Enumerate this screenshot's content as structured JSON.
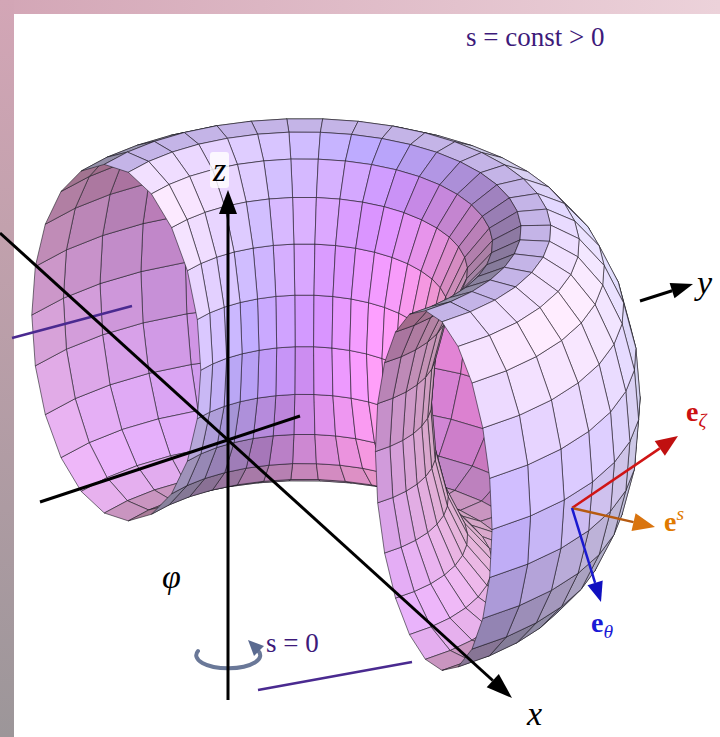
{
  "diagram": {
    "labels": [
      "z",
      "s = const > 0",
      "y",
      "eζ",
      "es",
      "φ",
      "s = 0",
      "eθ",
      "x"
    ]
  }
}
